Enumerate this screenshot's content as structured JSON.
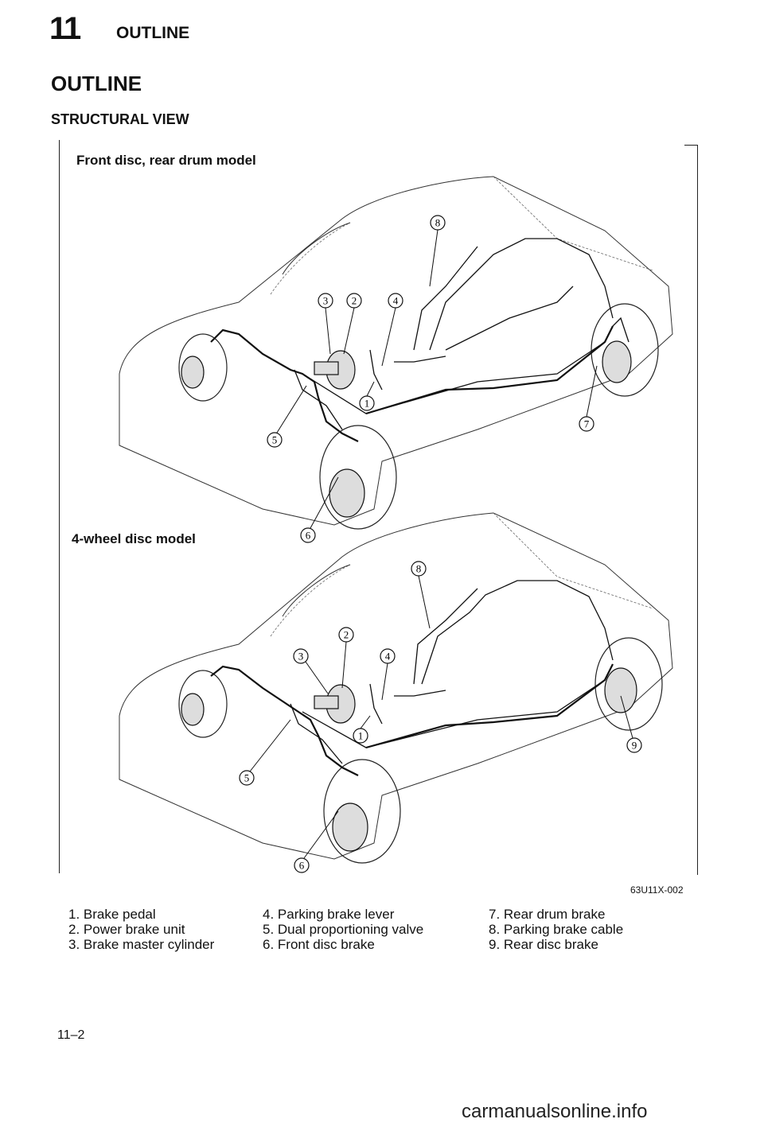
{
  "header": {
    "section_number": "11",
    "section_title": "OUTLINE"
  },
  "page_title": "OUTLINE",
  "subtitle": "STRUCTURAL VIEW",
  "figures": [
    {
      "caption": "Front disc, rear drum model",
      "callouts": [
        "1",
        "2",
        "3",
        "4",
        "5",
        "6",
        "7",
        "8"
      ]
    },
    {
      "caption": "4-wheel disc model",
      "callouts": [
        "1",
        "2",
        "3",
        "4",
        "5",
        "6",
        "8",
        "9"
      ]
    }
  ],
  "figure_code": "63U11X-002",
  "legend": {
    "col1": [
      "1. Brake pedal",
      "2. Power brake unit",
      "3. Brake master cylinder"
    ],
    "col2": [
      "4. Parking brake lever",
      "5. Dual proportioning valve",
      "6. Front disc brake"
    ],
    "col3": [
      "7. Rear drum brake",
      "8. Parking brake cable",
      "9. Rear disc brake"
    ]
  },
  "page_number": "11–2",
  "watermark": "carmanualsonline.info"
}
